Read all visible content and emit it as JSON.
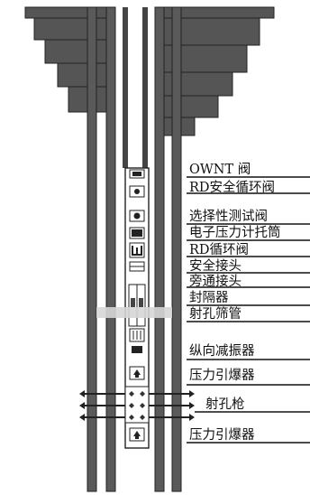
{
  "labels": {
    "ownt_valve": "OWNT 阀",
    "rd_safety_circulation_valve": "RD安全循环阀",
    "selective_test_valve": "选择性测试阀",
    "electronic_gauge_carrier": "电子压力计托筒",
    "rd_circulation_valve": "RD循环阀",
    "safety_joint": "安全接头",
    "bypass_joint": "旁通接头",
    "packer": "封隔器",
    "perforated_screen_pipe": "射孔筛管",
    "longitudinal_shock_absorber": "纵向减振器",
    "pressure_firing_head_upper": "压力引爆器",
    "perforating_gun": "射孔枪",
    "pressure_firing_head_lower": "压力引爆器"
  }
}
